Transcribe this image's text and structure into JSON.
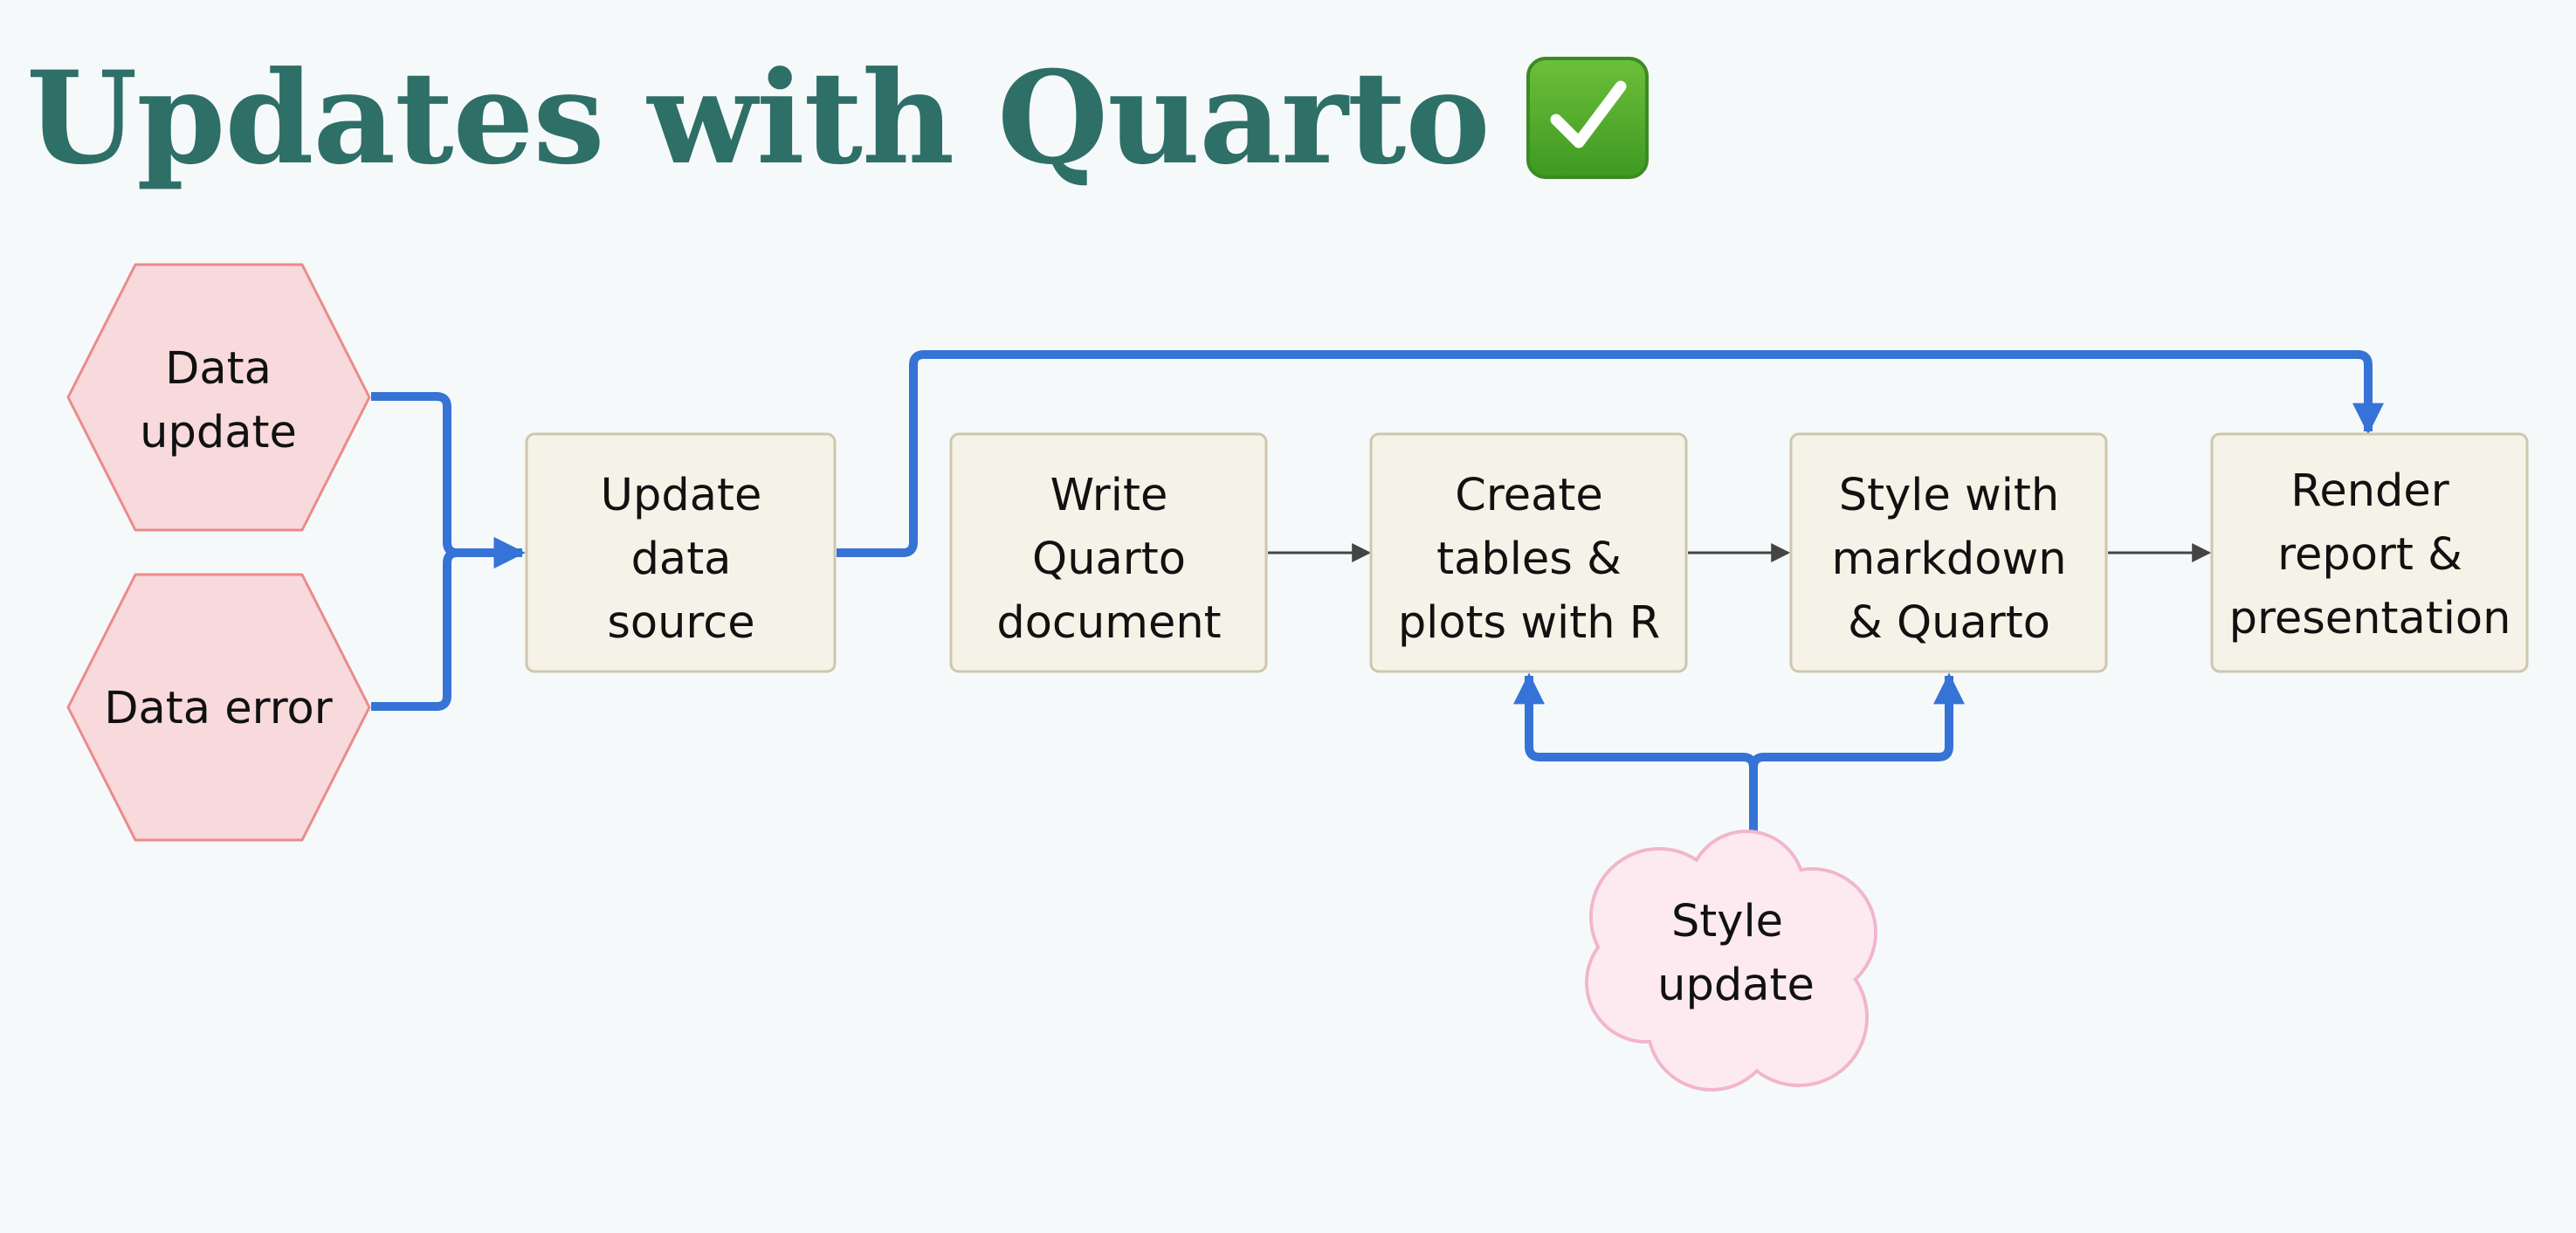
{
  "title": "Updates with Quarto",
  "title_icon": "check-mark-button-icon",
  "colors": {
    "title": "#2e6f68",
    "blue_edge": "#3573d6",
    "box_fill": "#f5f3e7",
    "box_stroke": "#cfc6ad",
    "hex_fill": "#f8d9dc",
    "hex_stroke": "#eb8a8c",
    "cloud_fill": "#fdeaf0",
    "cloud_stroke": "#f1b6cc"
  },
  "nodes": {
    "data_update": {
      "lines": [
        "Data",
        "update"
      ]
    },
    "data_error": {
      "lines": [
        "Data error"
      ]
    },
    "update_source": {
      "lines": [
        "Update",
        "data",
        "source"
      ]
    },
    "write_quarto": {
      "lines": [
        "Write",
        "Quarto",
        "document"
      ]
    },
    "create_tables": {
      "lines": [
        "Create",
        "tables &",
        "plots with R"
      ]
    },
    "style_with": {
      "lines": [
        "Style with",
        "markdown",
        "& Quarto"
      ]
    },
    "render_report": {
      "lines": [
        "Render",
        "report &",
        "presentation"
      ]
    },
    "style_update": {
      "lines": [
        "Style",
        "update"
      ]
    }
  }
}
